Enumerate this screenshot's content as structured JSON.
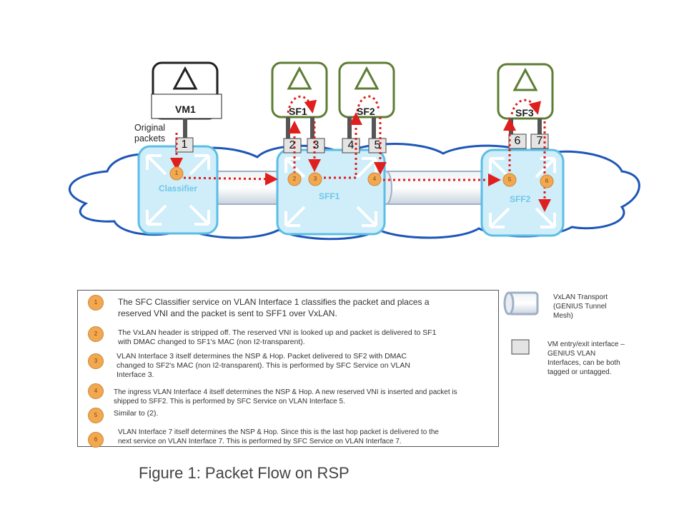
{
  "vms": {
    "vm1": "VM1",
    "sf1": "SF1",
    "sf2": "SF2",
    "sf3": "SF3"
  },
  "original_packets": [
    "Original",
    "packets"
  ],
  "interfaces": [
    "1",
    "2",
    "3",
    "4",
    "5",
    "6",
    "7"
  ],
  "nodes": {
    "classifier": "Classifier",
    "sff1": "SFF1",
    "sff2": "SFF2"
  },
  "steps": [
    "1",
    "2",
    "3",
    "4",
    "5",
    "6"
  ],
  "legend": {
    "items": [
      {
        "num": "1",
        "lines": [
          "The SFC Classifier service on VLAN Interface  1 classifies the packet and places a",
          "reserved  VNI and the packet is sent to SFF1 over  VxLAN."
        ]
      },
      {
        "num": "2",
        "lines": [
          "The VxLAN  header is stripped off. The reserved VNI  is looked up and packet is delivered to SF1",
          "with DMAC changed to SF1's MAC  (non I2-transparent)."
        ]
      },
      {
        "num": "3",
        "lines": [
          "VLAN Interface 3 itself  determines the NSP & Hop.  Packet delivered to SF2  with DMAC",
          "changed to SF2's MAC  (non I2-transparent).  This is performed by SFC  Service on VLAN",
          "Interface 3."
        ]
      },
      {
        "num": "4",
        "lines": [
          "The ingress VLAN Interface 4 itself  determines the NSP & Hop.  A new reserved VNI is inserted and packet is",
          "shipped to SFF2.  This is performed by SFC Service on VLAN Interface 5."
        ]
      },
      {
        "num": "5",
        "lines": [
          "Similar to (2)."
        ]
      },
      {
        "num": "6",
        "lines": [
          "VLAN Interface 7 itself  determines the NSP & Hop.   Since this is the last hop packet is delivered to the",
          "next service on VLAN Interface 7. This is performed by SFC Service on VLAN Interface  7."
        ]
      }
    ],
    "vxlan_lines": [
      "VxLAN Transport",
      "(GENIUS  Tunnel",
      "Mesh)"
    ],
    "vm_if_lines": [
      "VM entry/exit interface –",
      "GENIUS    VLAN",
      "Interfaces, can be both",
      "tagged or untagged."
    ]
  },
  "caption": "Figure 1: Packet Flow on RSP",
  "colors": {
    "cloud": "#1e56b8",
    "switch_fill": "#cfeef9",
    "switch_border": "#5bbde6",
    "vm_green": "#5e7d34",
    "flow_red": "#e01e1e",
    "step_orange": "#f3a74f"
  }
}
